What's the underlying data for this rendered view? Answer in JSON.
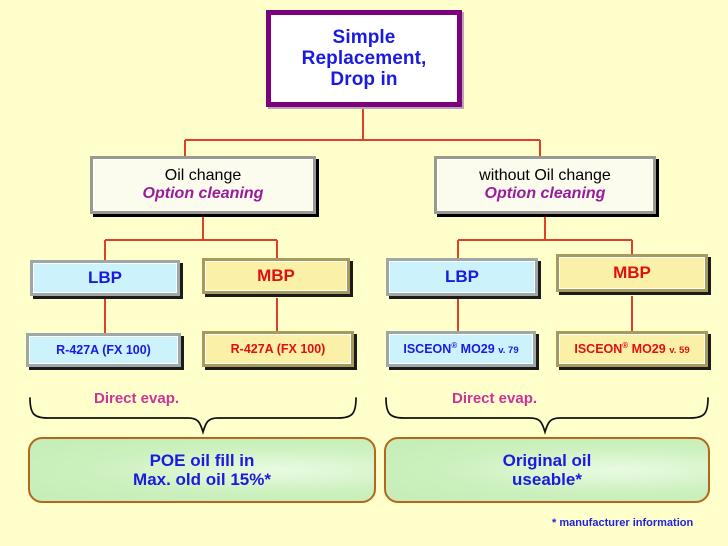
{
  "canvas": {
    "background": "#ffffcc",
    "connector_color": "#e0402a",
    "brace_color": "#000000"
  },
  "title_box": {
    "lines": [
      "Simple",
      "Replacement,",
      "Drop in"
    ],
    "text_color": "#1a1ae0",
    "border_color": "#7d007d"
  },
  "branches": [
    {
      "header": {
        "line1": "Oil change",
        "line2": "Option cleaning",
        "line2_color": "#9c1a9c"
      },
      "pressure": [
        {
          "label": "LBP",
          "color": "#1a1ae0",
          "fill": "cyan"
        },
        {
          "label": "MBP",
          "color": "#e01010",
          "fill": "yellow"
        }
      ],
      "refrigerants": [
        {
          "name": "R-427A (FX 100)",
          "registered": false,
          "suffix": "",
          "color": "#1a1ae0",
          "fill": "cyan"
        },
        {
          "name": "R-427A (FX 100)",
          "registered": false,
          "suffix": "",
          "color": "#e01010",
          "fill": "yellow"
        }
      ],
      "evap_label": "Direct evap.",
      "result": {
        "lines": [
          "POE oil fill in",
          "Max. old oil 15%*"
        ]
      }
    },
    {
      "header": {
        "line1": "without Oil change",
        "line2": "Option cleaning",
        "line2_color": "#9c1a9c"
      },
      "pressure": [
        {
          "label": "LBP",
          "color": "#1a1ae0",
          "fill": "cyan"
        },
        {
          "label": "MBP",
          "color": "#e01010",
          "fill": "yellow"
        }
      ],
      "refrigerants": [
        {
          "name": "ISCEON",
          "registered": true,
          "model": " MO29 ",
          "suffix": "v. 79",
          "color": "#1a1ae0",
          "fill": "cyan"
        },
        {
          "name": "ISCEON",
          "registered": true,
          "model": " MO29 ",
          "suffix": "v. 59",
          "color": "#e01010",
          "fill": "yellow"
        }
      ],
      "evap_label": "Direct evap.",
      "result": {
        "lines": [
          "Original oil",
          "useable*"
        ]
      }
    }
  ],
  "footnote": "* manufacturer information"
}
